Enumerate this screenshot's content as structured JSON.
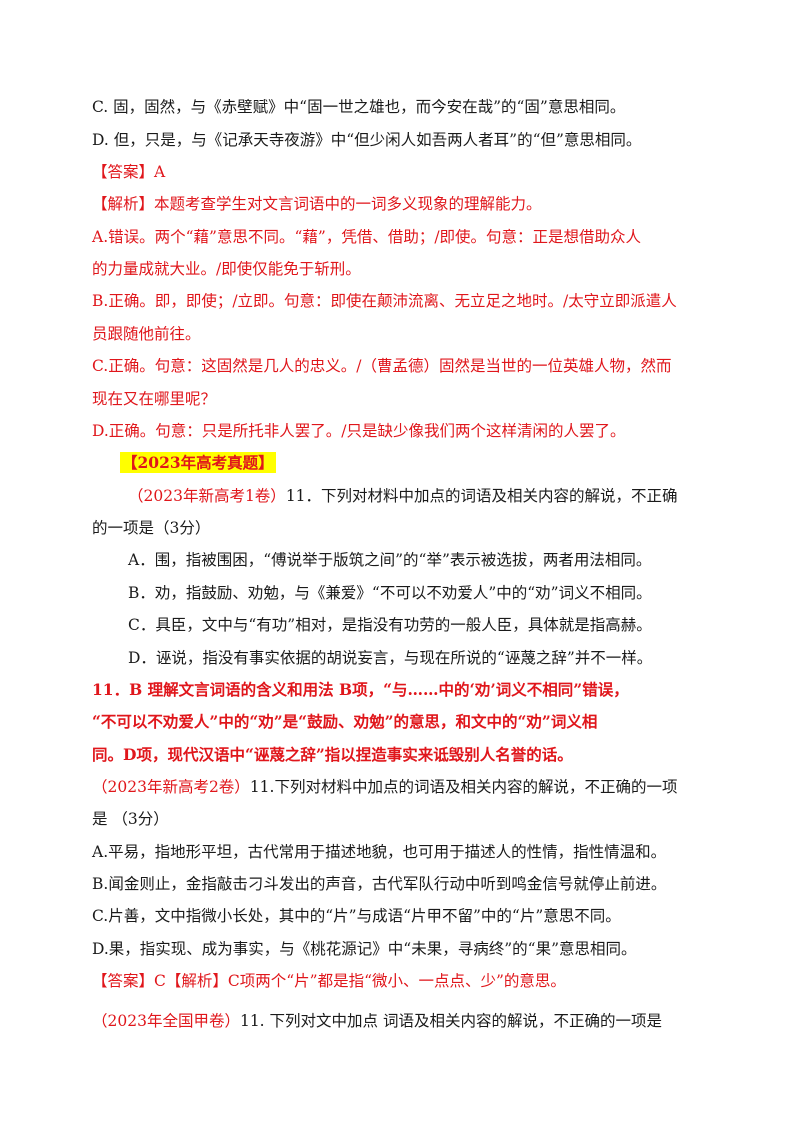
{
  "lines": [
    {
      "text": "C. 固，固然，与《赤壁赋》中“固一世之雄也，而今安在哉”的“固”意思相同。"
    },
    {
      "text": "D. 但，只是，与《记承天寺夜游》中“但少闲人如吾两人者耳”的“但”意思相同。"
    },
    {
      "text": "【答案】A"
    },
    {
      "text": "【解析】本题考查学生对文言词语中的一词多义现象的理解能力。"
    },
    {
      "text": "A.错误。两个“藉”意思不同。“藉”，凭借、借助；/即使。句意：正是想借助众人"
    },
    {
      "text": "的力量成就大业。/即使仅能免于斩刑。"
    },
    {
      "text": "B.正确。即，即使；/立即。句意：即使在颠沛流离、无立足之地时。/太守立即派遣人"
    },
    {
      "text": "员跟随他前往。"
    },
    {
      "text": "C.正确。句意：这固然是几人的忠义。/（曹孟德）固然是当世的一位英雄人物，然而"
    },
    {
      "text": "现在又在哪里呢？"
    },
    {
      "text": "D.正确。句意：只是所托非人罢了。/只是缺少像我们两个这样清闲的人罢了。"
    },
    {
      "text": "【2023年高考真题】"
    },
    {
      "src": "（2023年新高考1卷）",
      "rest": "11．下列对材料中加点的词语及相关内容的解说，不正确"
    },
    {
      "text": "的一项是（3分）"
    },
    {
      "text": "A．围，指被围困，“傅说举于版筑之间”的“举”表示被选拔，两者用法相同。"
    },
    {
      "text": "B．劝，指鼓励、劝勉，与《兼爱》“不可以不劝爱人”中的“劝”词义不相同。"
    },
    {
      "text": "C．具臣，文中与“有功”相对，是指没有功劳的一般人臣，具体就是指高赫。"
    },
    {
      "text": "D．诬说，指没有事实依据的胡说妄言，与现在所说的“诬蔑之辞”并不一样。"
    },
    {
      "text": "11．B  理解文言词语的含义和用法  B项，“与……中的‘劝’词义不相同”错误，"
    },
    {
      "text": "“不可以不劝爱人”中的“劝”是“鼓励、劝勉”的意思，和文中的“劝”词义相"
    },
    {
      "text": "同。D项，现代汉语中“诬蔑之辞”指以捏造事实来诋毁别人名誉的话。"
    },
    {
      "src": "（2023年新高考2卷）",
      "rest": "11.下列对材料中加点的词语及相关内容的解说，不正确的一项"
    },
    {
      "text": "是  （3分）"
    },
    {
      "text": "A.平易，指地形平坦，古代常用于描述地貌，也可用于描述人的性情，指性情温和。"
    },
    {
      "text": "B.闻金则止，金指敲击刁斗发出的声音，古代军队行动中听到鸣金信号就停止前进。"
    },
    {
      "text": "C.片善，文中指微小长处，其中的“片”与成语“片甲不留”中的“片”意思不同。"
    },
    {
      "text": "D.果，指实现、成为事实，与《桃花源记》中“未果，寻病终”的“果”意思相同。"
    },
    {
      "text": "【答案】C【解析】C项两个“片”都是指“微小、一点点、少”的意思。"
    },
    {
      "src": "（2023年全国甲卷）",
      "rest": "11. 下列对文中加点   词语及相关内容的解说，不正确的一项是"
    }
  ]
}
